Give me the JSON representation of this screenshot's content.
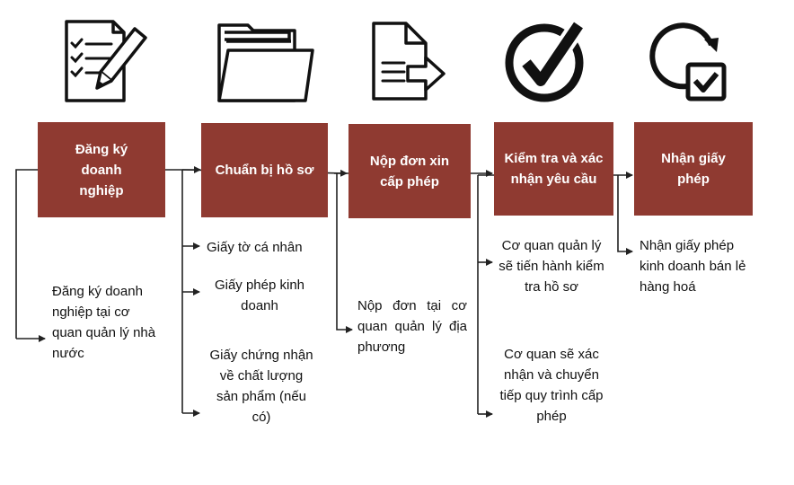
{
  "steps": [
    {
      "title": "Đăng ký doanh nghiệp",
      "icon": "checklist-pen-icon"
    },
    {
      "title": "Chuẩn bị hồ sơ",
      "icon": "folder-icon"
    },
    {
      "title": "Nộp đơn xin cấp phép",
      "icon": "document-send-icon"
    },
    {
      "title": "Kiểm tra và xác nhận yêu cầu",
      "icon": "checkmark-circle-icon"
    },
    {
      "title": "Nhận giấy phép",
      "icon": "refresh-checkbox-icon"
    }
  ],
  "details": {
    "step1": [
      "Đăng ký doanh nghiệp tại cơ quan quản lý nhà nước"
    ],
    "step2": [
      "Giấy tờ cá nhân",
      "Giấy phép kinh doanh",
      "Giấy chứng nhận về chất lượng sản phẩm (nếu có)"
    ],
    "step3": [
      "Nộp đơn tại cơ quan quản lý địa phương"
    ],
    "step4": [
      "Cơ quan quản lý sẽ tiến hành kiểm tra hồ sơ",
      "Cơ quan sẽ xác nhận và chuyển tiếp quy trình cấp phép"
    ],
    "step5": [
      "Nhận giấy phép kinh doanh bán lẻ hàng hoá"
    ]
  },
  "colors": {
    "box": "#8f3a31",
    "line": "#222222"
  }
}
